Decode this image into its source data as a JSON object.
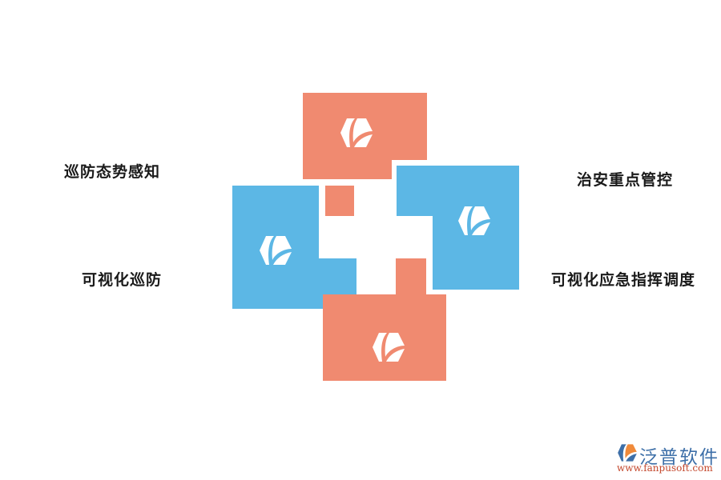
{
  "colors": {
    "salmon": "#f08a70",
    "blue": "#5cb7e5",
    "text": "#1a1a1a"
  },
  "labels": {
    "top_left": "巡防态势感知",
    "bottom_left": "可视化巡防",
    "top_right": "治安重点管控",
    "bottom_right": "可视化应急指挥调度"
  },
  "icons": {
    "block_icon": "hexagon-leaf-icon"
  },
  "watermark": {
    "name": "泛普软件",
    "url": "www.fanpusoft.com"
  }
}
